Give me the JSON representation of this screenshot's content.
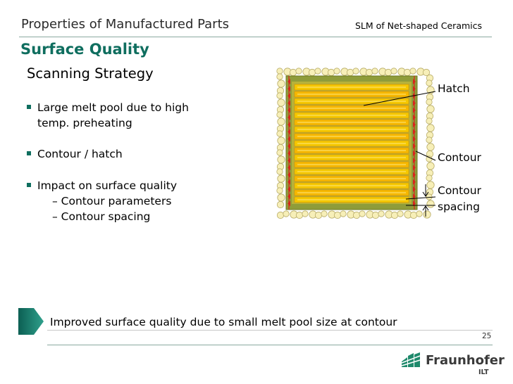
{
  "header": {
    "title": "Properties of Manufactured Parts",
    "subtitle": "SLM of Net-shaped Ceramics"
  },
  "section_title": "Surface Quality",
  "subsection_title": "Scanning Strategy",
  "bullets": [
    {
      "lines": [
        "Large melt pool due to high",
        "temp. preheating"
      ]
    },
    {
      "lines": [
        "Contour / hatch"
      ]
    },
    {
      "lines": [
        "Impact on surface quality"
      ],
      "sub": [
        "– Contour parameters",
        "– Contour spacing"
      ]
    }
  ],
  "diagram": {
    "labels": {
      "hatch": "Hatch",
      "contour": "Contour",
      "contour_spacing_1": "Contour",
      "contour_spacing_2": "spacing"
    },
    "colors": {
      "powder": "#f7efb8",
      "contour": "#8f9c3a",
      "hatch": "#f5c800",
      "arrows": "#d9251d"
    }
  },
  "banner": {
    "text": "Improved surface quality due to small melt pool size at contour",
    "arrow_color": "#0f7b6b"
  },
  "page_number": "25",
  "logo": {
    "name": "Fraunhofer",
    "unit": "ILT",
    "icon": "fraunhofer-logo-icon"
  }
}
